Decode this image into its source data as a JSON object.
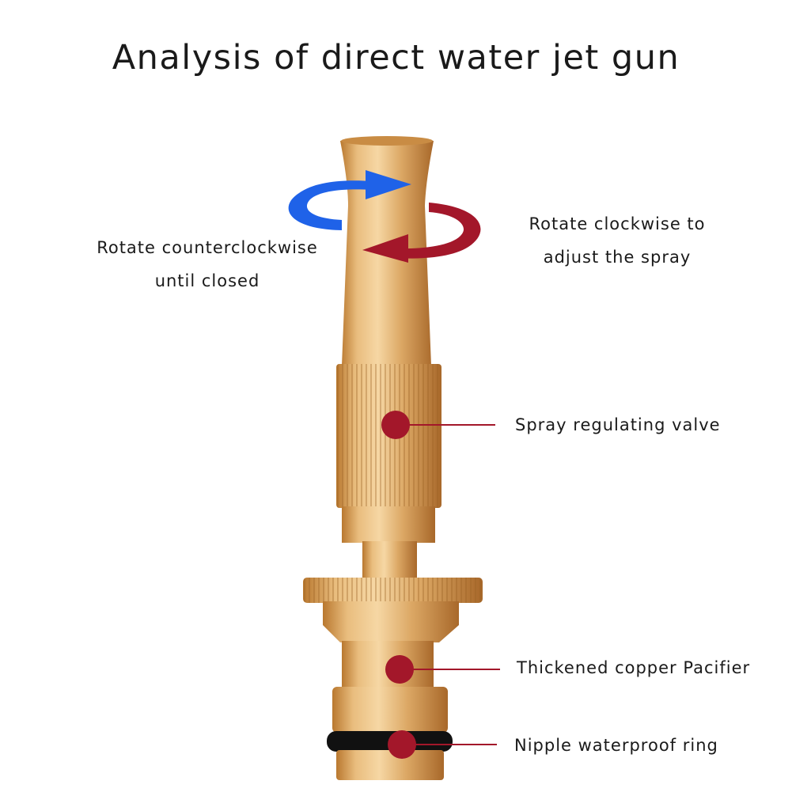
{
  "title": "Analysis of direct water jet gun",
  "labels": {
    "counterclockwise_line1": "Rotate counterclockwise",
    "counterclockwise_line2": "until closed",
    "clockwise_line1": "Rotate clockwise to",
    "clockwise_line2": "adjust the spray",
    "valve": "Spray regulating valve",
    "pacifier": "Thickened copper Pacifier",
    "ring": "Nipple waterproof ring"
  },
  "colors": {
    "blue_arrow": "#1f62e8",
    "red_arrow": "#a3172a",
    "marker": "#a3172a",
    "brass": "#d9a662"
  }
}
